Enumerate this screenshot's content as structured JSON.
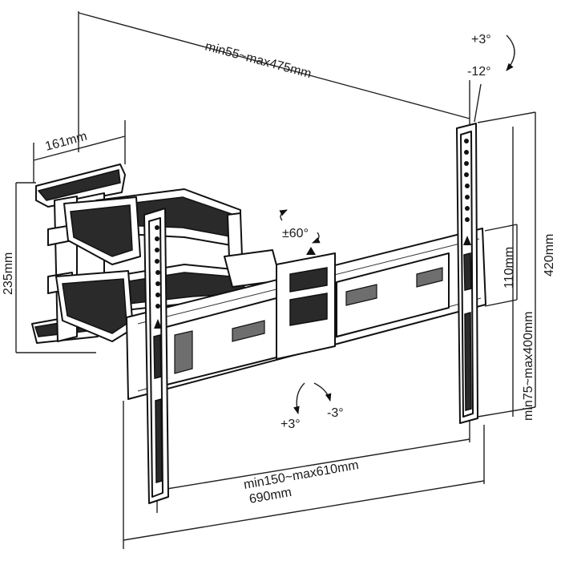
{
  "dimensions": {
    "arm_reach": "min55~max475mm",
    "wall_plate_width": "161mm",
    "wall_plate_height": "235mm",
    "bracket_height_small": "110mm",
    "vesa_vertical": "min75~max400mm",
    "bracket_height_total": "420mm",
    "vesa_horizontal": "min150~max610mm",
    "bracket_width_total": "690mm"
  },
  "rotations": {
    "tilt_up": "+3°",
    "tilt_down": "-12°",
    "swivel": "±60°",
    "level_plus": "+3°",
    "level_minus": "-3°"
  }
}
